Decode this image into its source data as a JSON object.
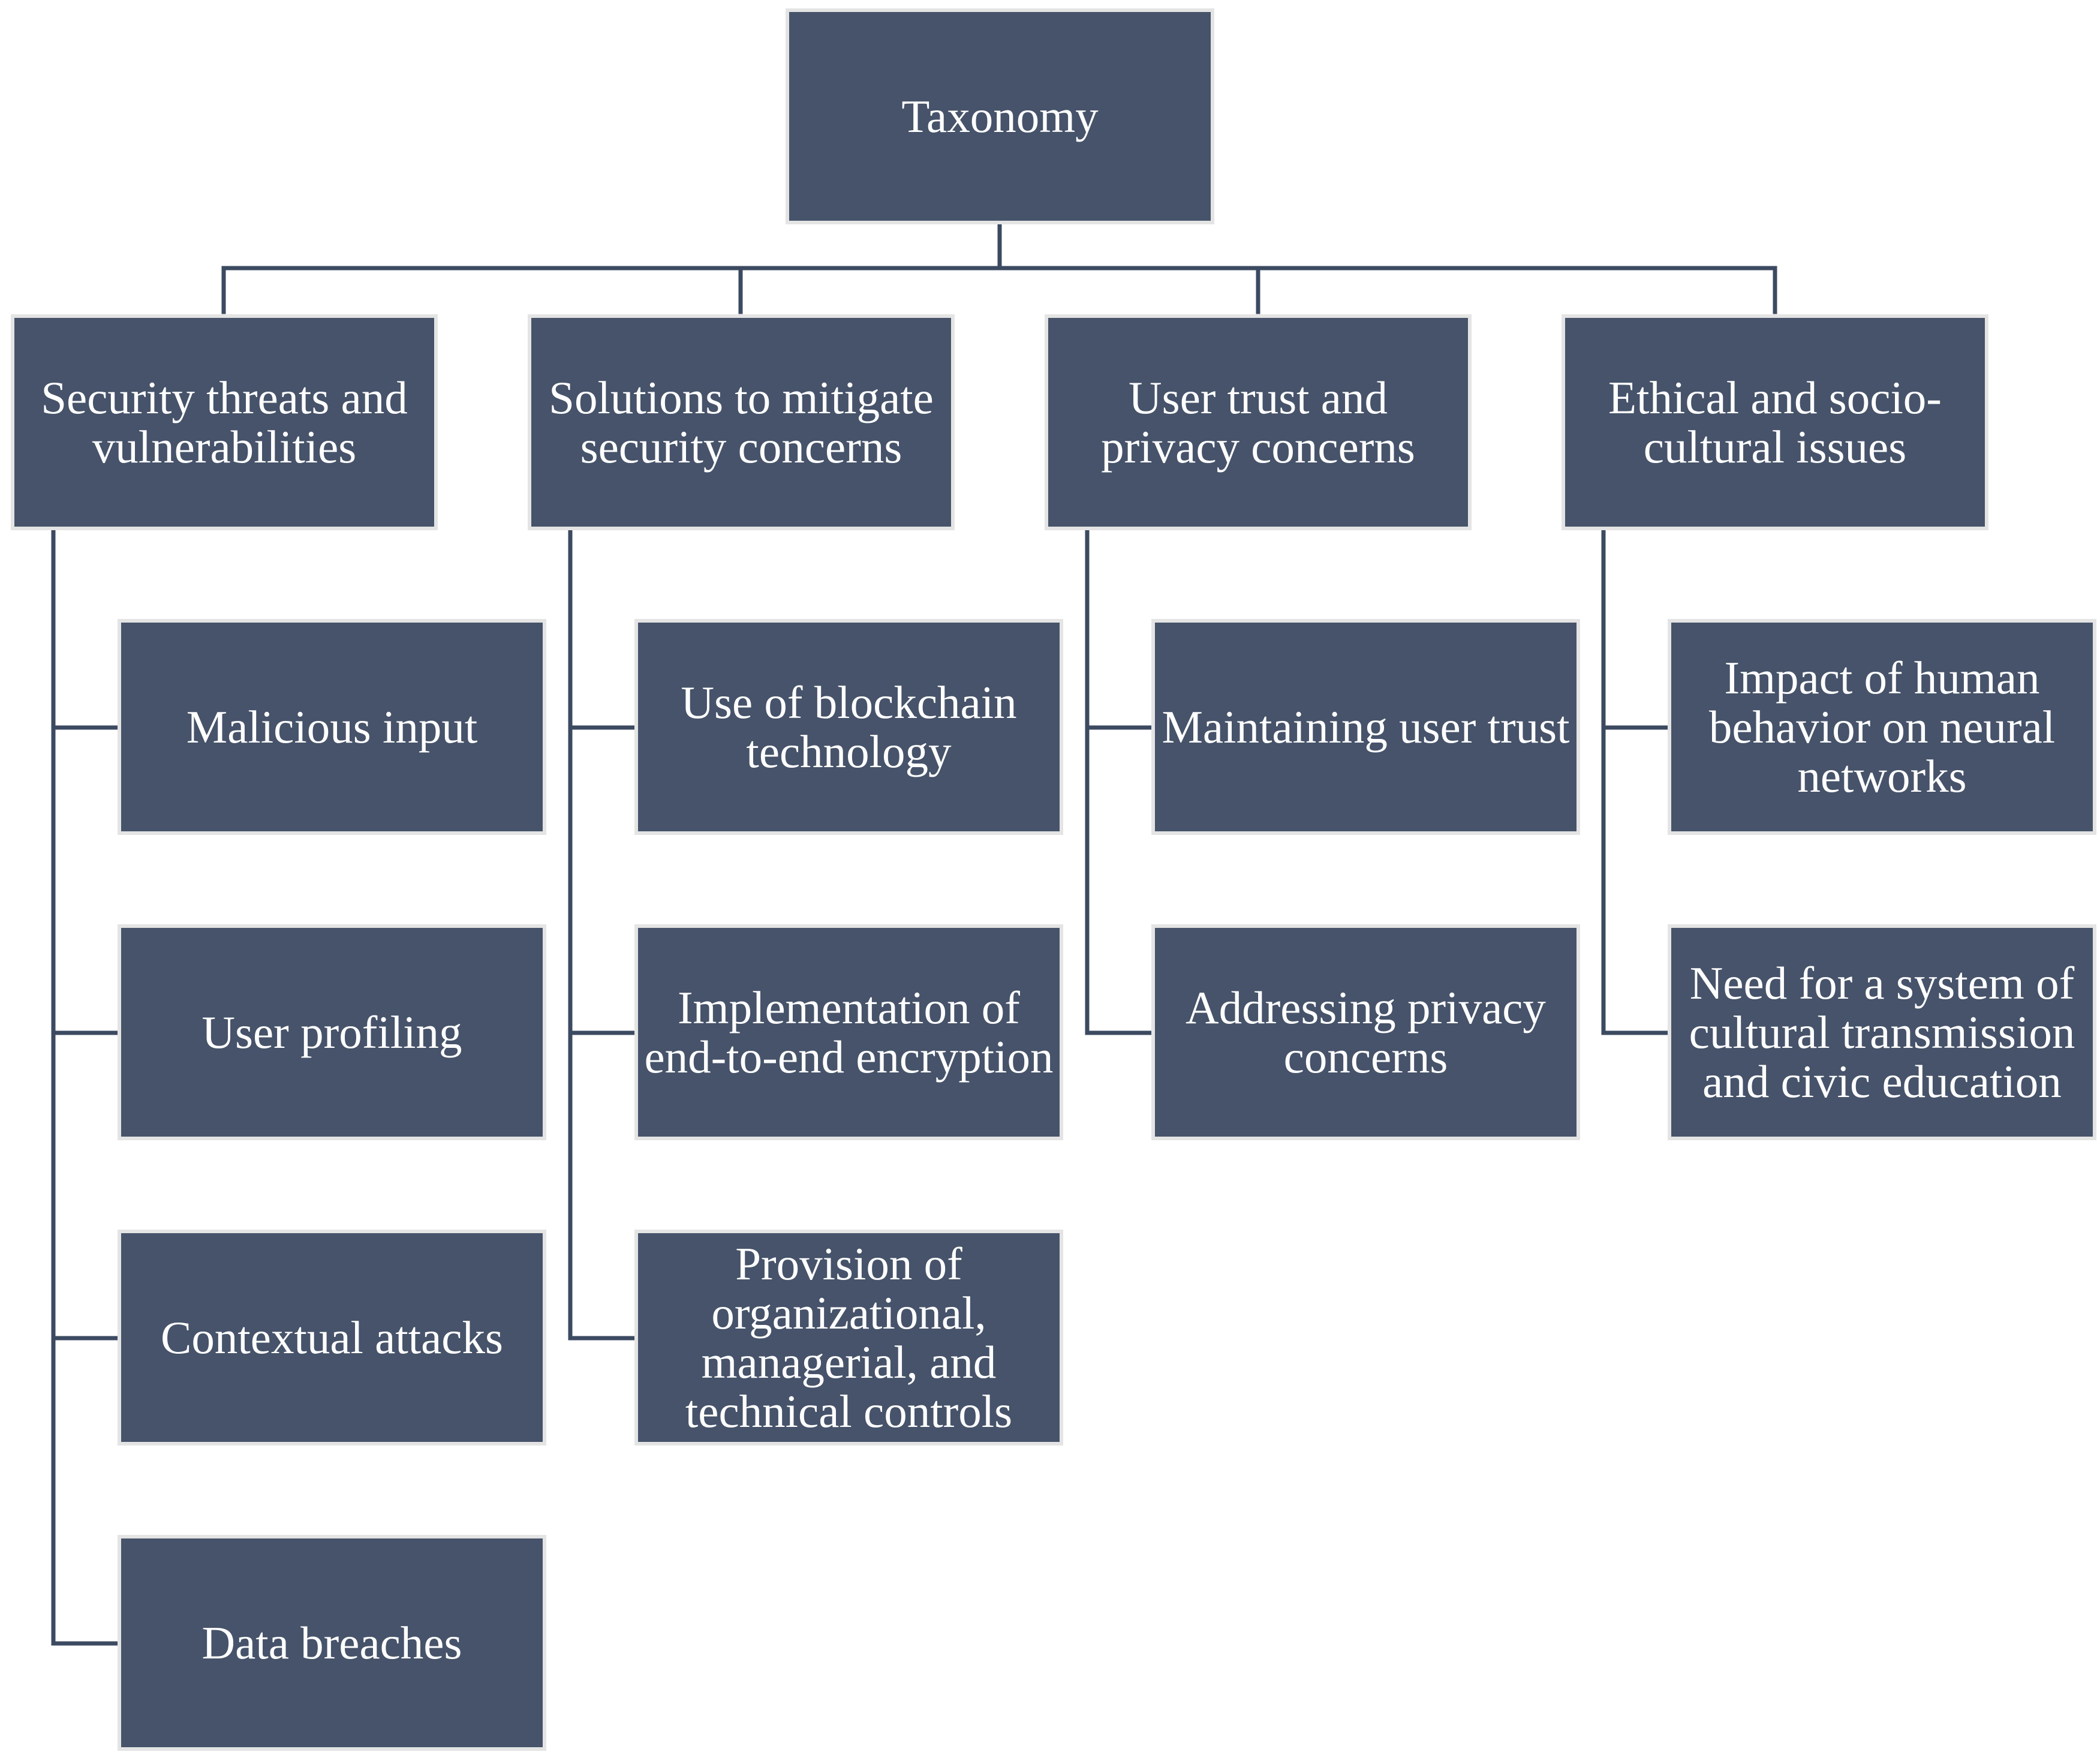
{
  "colors": {
    "box": "#46536a",
    "box_border": "#e4e4e4",
    "text": "#ffffff",
    "connector": "#3c4a61",
    "background": "#ffffff"
  },
  "root": {
    "label": "Taxonomy"
  },
  "categories": [
    {
      "label": "Security threats and vulnerabilities",
      "children": [
        "Malicious input",
        "User profiling",
        "Contextual attacks",
        "Data breaches"
      ]
    },
    {
      "label": "Solutions to mitigate security concerns",
      "children": [
        "Use of blockchain technology",
        "Implementation of end-to-end encryption",
        "Provision of organizational, managerial, and technical controls"
      ]
    },
    {
      "label": "User trust and privacy concerns",
      "children": [
        "Maintaining user trust",
        "Addressing privacy concerns"
      ]
    },
    {
      "label": "Ethical and socio-cultural issues",
      "children": [
        "Impact of human behavior on neural networks",
        "Need for a system of cultural transmission and civic education"
      ]
    }
  ]
}
